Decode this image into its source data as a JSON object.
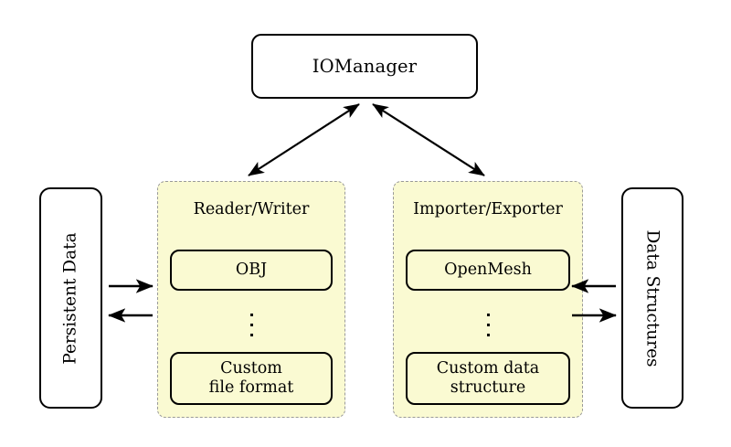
{
  "diagram": {
    "title_box": {
      "label": "IOManager"
    },
    "groups": [
      {
        "name": "reader-writer",
        "title": "Reader/Writer",
        "top_module": "OBJ",
        "ellipsis": "⋮",
        "bottom_module_line1": "Custom",
        "bottom_module_line2": "file format"
      },
      {
        "name": "importer-exporter",
        "title": "Importer/Exporter",
        "top_module": "OpenMesh",
        "ellipsis": "⋮",
        "bottom_module_line1": "Custom data",
        "bottom_module_line2": "structure"
      }
    ],
    "side_boxes": {
      "left": {
        "label": "Persistent Data"
      },
      "right": {
        "label": "Data Structures"
      }
    },
    "connectors": [
      {
        "name": "manager-to-reader-writer",
        "style": "bidirectional"
      },
      {
        "name": "manager-to-importer-exporter",
        "style": "bidirectional"
      },
      {
        "name": "persistent-data-to-reader-writer",
        "style": "right"
      },
      {
        "name": "reader-writer-to-persistent-data",
        "style": "left"
      },
      {
        "name": "data-structures-to-importer-exporter",
        "style": "left"
      },
      {
        "name": "importer-exporter-to-data-structures",
        "style": "right"
      }
    ],
    "colors": {
      "group_fill": "#FAFAD2",
      "group_border": "#9A9A9A",
      "stroke": "#000000",
      "background": "#FFFFFF"
    }
  }
}
